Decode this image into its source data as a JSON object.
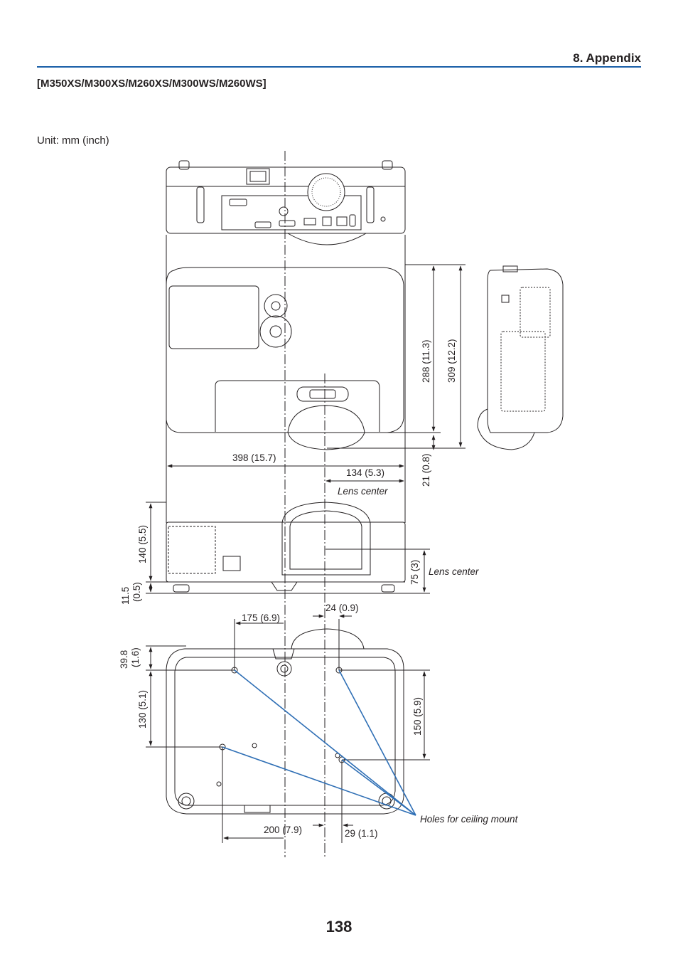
{
  "header": {
    "section_title": "8. Appendix",
    "model_heading": "[M350XS/M300XS/M260XS/M300WS/M260WS]"
  },
  "unit_label": "Unit: mm (inch)",
  "dimensions": {
    "top_depth": "288 (11.3)",
    "overall_depth": "309 (12.2)",
    "lens_protrusion": "21 (0.8)",
    "width": "398 (15.7)",
    "lens_offset_horizontal": "134 (5.3)",
    "lens_center_label_top": "Lens center",
    "height": "140 (5.5)",
    "foot_height_value": "11.5",
    "foot_height_inch": "(0.5)",
    "lens_height": "75 (3)",
    "lens_center_label_front": "Lens center",
    "hole_offset_a": "175 (6.9)",
    "hole_offset_b": "24 (0.9)",
    "hole_depth_value": "39.8",
    "hole_depth_inch": "(1.6)",
    "hole_spacing_depth": "130 (5.1)",
    "hole_spacing_right": "150 (5.9)",
    "hole_spacing_width": "200 (7.9)",
    "hole_offset_c": "29 (1.1)",
    "ceiling_mount_label": "Holes for ceiling mount"
  },
  "colors": {
    "accent": "#1a5fa8",
    "leader_line": "#2f6fb5",
    "ink": "#231f20"
  },
  "page_number": "138"
}
